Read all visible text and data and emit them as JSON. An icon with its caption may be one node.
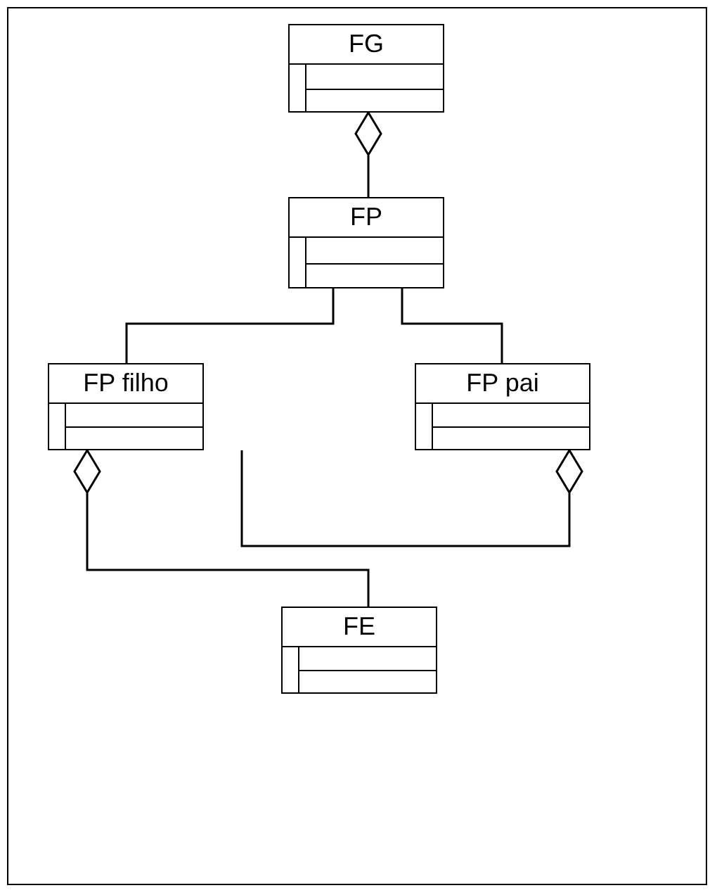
{
  "diagram": {
    "nodes": [
      {
        "text": [
          "FG"
        ]
      },
      {
        "text": [
          "FP"
        ]
      },
      {
        "text": [
          "FP filho"
        ]
      },
      {
        "text": [
          "FP pai"
        ]
      },
      {
        "text": [
          "FE"
        ]
      }
    ],
    "edges": [
      {
        "from": 1,
        "to": 0,
        "arrow": "other"
      },
      {
        "from": 1,
        "to": 2,
        "arrow": "none"
      },
      {
        "from": 1,
        "to": 3,
        "arrow": "none"
      },
      {
        "from": 4,
        "to": 2,
        "arrow": "other"
      },
      {
        "from": 2,
        "to": 3,
        "arrow": "other"
      }
    ]
  }
}
